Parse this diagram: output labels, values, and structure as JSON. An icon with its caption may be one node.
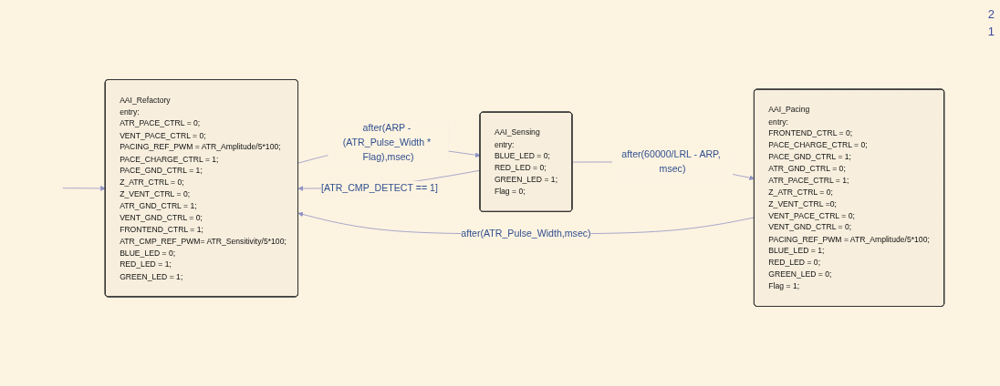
{
  "diagram": {
    "nodes": [
      {
        "text": [
          "AAI_Refactory",
          "entry:",
          "ATR_PACE_CTRL = 0;",
          "VENT_PACE_CTRL = 0;",
          "PACING_REF_PWM = ATR_Amplitude/5*100;",
          "PACE_CHARGE_CTRL = 1;",
          "PACE_GND_CTRL = 1;",
          "Z_ATR_CTRL = 0;",
          "Z_VENT_CTRL = 0;",
          "ATR_GND_CTRL = 1;",
          "VENT_GND_CTRL = 0;",
          "FRONTEND_CTRL = 1;",
          "ATR_CMP_REF_PWM= ATR_Sensitivity/5*100;",
          "BLUE_LED = 0;",
          "RED_LED = 1;",
          "GREEN_LED = 1;"
        ]
      },
      {
        "text": [
          "AAI_Sensing",
          "entry:",
          "BLUE_LED = 0;",
          "RED_LED = 0;",
          "GREEN_LED = 1;",
          "Flag = 0;"
        ]
      },
      {
        "text": [
          "AAI_Pacing",
          "entry:",
          "FRONTEND_CTRL = 0;",
          "PACE_CHARGE_CTRL = 0;",
          "PACE_GND_CTRL = 1;",
          "ATR_GND_CTRL = 0;",
          "ATR_PACE_CTRL = 1;",
          "Z_ATR_CTRL = 0;",
          "Z_VENT_CTRL =0;",
          "VENT_PACE_CTRL = 0;",
          "VENT_GND_CTRL = 0;",
          "PACING_REF_PWM = ATR_Amplitude/5*100;",
          "BLUE_LED = 1;",
          "RED_LED = 0;",
          "GREEN_LED = 0;",
          "Flag = 1;"
        ]
      }
    ],
    "edges": [
      {
        "from": null,
        "to": 0,
        "arrow": "to"
      },
      {
        "from": 0,
        "to": 1,
        "arrow": "to",
        "label": "after(ARP - (ATR_Pulse_Width * Flag),msec)"
      },
      {
        "from": 1,
        "to": 0,
        "arrow": "to",
        "label": "[ATR_CMP_DETECT == 1]"
      },
      {
        "from": 1,
        "to": 2,
        "arrow": "to",
        "label": "after(60000/LRL - ARP, msec)"
      },
      {
        "from": 2,
        "to": 0,
        "arrow": "to",
        "label": "after(ATR_Pulse_Width,msec)"
      }
    ],
    "labels": [
      "2",
      "1"
    ]
  }
}
